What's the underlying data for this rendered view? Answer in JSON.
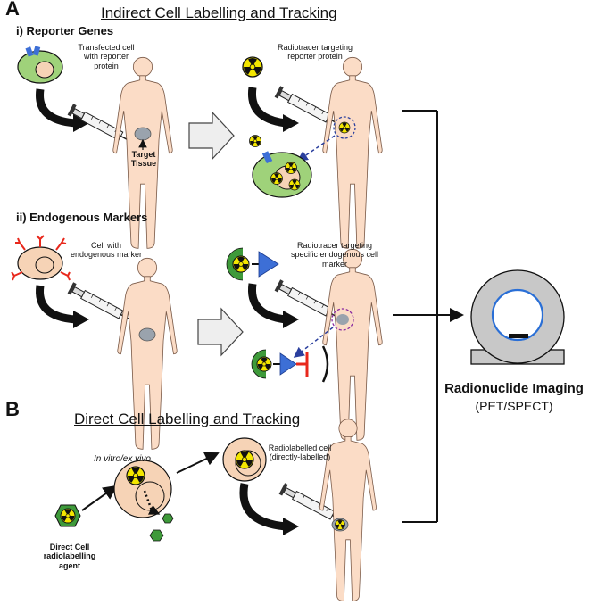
{
  "panel_a": {
    "letter": "A",
    "title": "Indirect Cell Labelling and Tracking",
    "reporter": {
      "heading": "i) Reporter Genes",
      "cell_label": "Transfected cell with reporter protein",
      "target_label": "Target Tissue",
      "tracer_label": "Radiotracer targeting reporter protein"
    },
    "endogenous": {
      "heading": "ii) Endogenous Markers",
      "cell_label": "Cell with endogenous marker",
      "tracer_label": "Radiotracer targeting specific endogenous cell marker"
    }
  },
  "panel_b": {
    "letter": "B",
    "title": "Direct Cell Labelling and Tracking",
    "invitro_label": "In vitro/ex vivo",
    "agent_label": "Direct Cell radiolabelling agent",
    "cell_label": "Radiolabelled cell (directly-labelled)"
  },
  "imaging": {
    "title": "Radionuclide Imaging",
    "subtitle": "(PET/SPECT)"
  },
  "colors": {
    "cell_green": "#9fd27a",
    "cell_peach": "#f6d3b6",
    "skin": "#fbdcc6",
    "radiation_yellow": "#f3e600",
    "marker_blue": "#3d6fd6",
    "marker_red": "#e8281c",
    "agent_green": "#3e9a3a",
    "scanner_grey": "#c8c8c8"
  }
}
